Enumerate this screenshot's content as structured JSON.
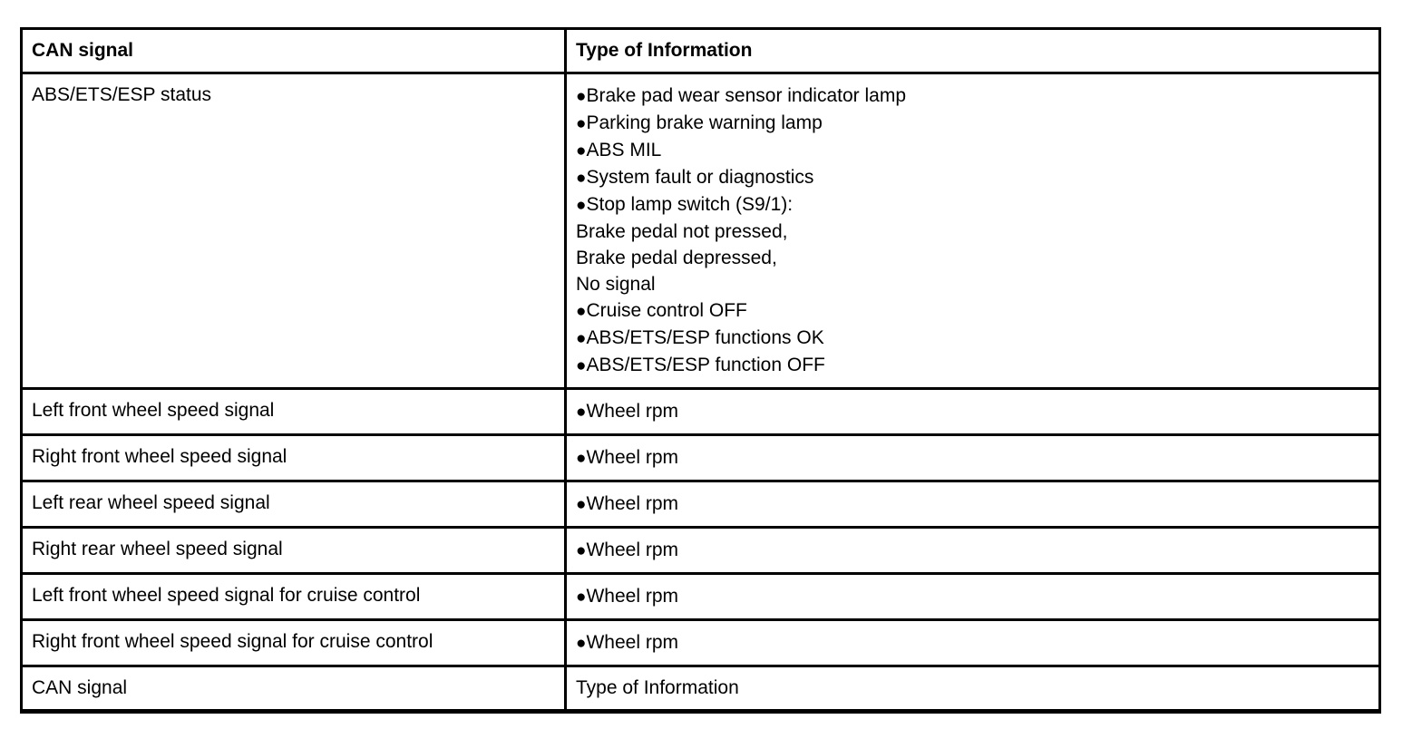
{
  "colors": {
    "border": "#000000",
    "text": "#000000",
    "background": "#ffffff"
  },
  "icons": {
    "bullet": "●"
  },
  "table": {
    "columns": [
      "CAN signal",
      "Type of Information"
    ],
    "rows": [
      {
        "signal": "ABS/ETS/ESP status",
        "info": [
          {
            "bullet": true,
            "text": "Brake pad wear sensor indicator lamp"
          },
          {
            "bullet": true,
            "text": "Parking brake warning lamp"
          },
          {
            "bullet": true,
            "text": "ABS MIL"
          },
          {
            "bullet": true,
            "text": "System fault or diagnostics"
          },
          {
            "bullet": true,
            "text": "Stop lamp switch (S9/1):"
          },
          {
            "bullet": false,
            "text": "Brake pedal not pressed,"
          },
          {
            "bullet": false,
            "text": "Brake pedal depressed,"
          },
          {
            "bullet": false,
            "text": "No signal"
          },
          {
            "bullet": true,
            "text": "Cruise control OFF"
          },
          {
            "bullet": true,
            "text": "ABS/ETS/ESP functions OK"
          },
          {
            "bullet": true,
            "text": "ABS/ETS/ESP function OFF"
          }
        ]
      },
      {
        "signal": "Left front wheel speed signal",
        "info": [
          {
            "bullet": true,
            "text": "Wheel rpm"
          }
        ]
      },
      {
        "signal": "Right front wheel speed signal",
        "info": [
          {
            "bullet": true,
            "text": "Wheel rpm"
          }
        ]
      },
      {
        "signal": "Left rear wheel speed signal",
        "info": [
          {
            "bullet": true,
            "text": "Wheel rpm"
          }
        ]
      },
      {
        "signal": "Right rear wheel speed signal",
        "info": [
          {
            "bullet": true,
            "text": "Wheel rpm"
          }
        ]
      },
      {
        "signal": "Left front wheel speed signal for cruise control",
        "info": [
          {
            "bullet": true,
            "text": "Wheel rpm"
          }
        ]
      },
      {
        "signal": "Right front wheel speed signal for cruise control",
        "info": [
          {
            "bullet": true,
            "text": "Wheel rpm"
          }
        ]
      }
    ],
    "footer": [
      "CAN signal",
      "Type of Information"
    ]
  }
}
